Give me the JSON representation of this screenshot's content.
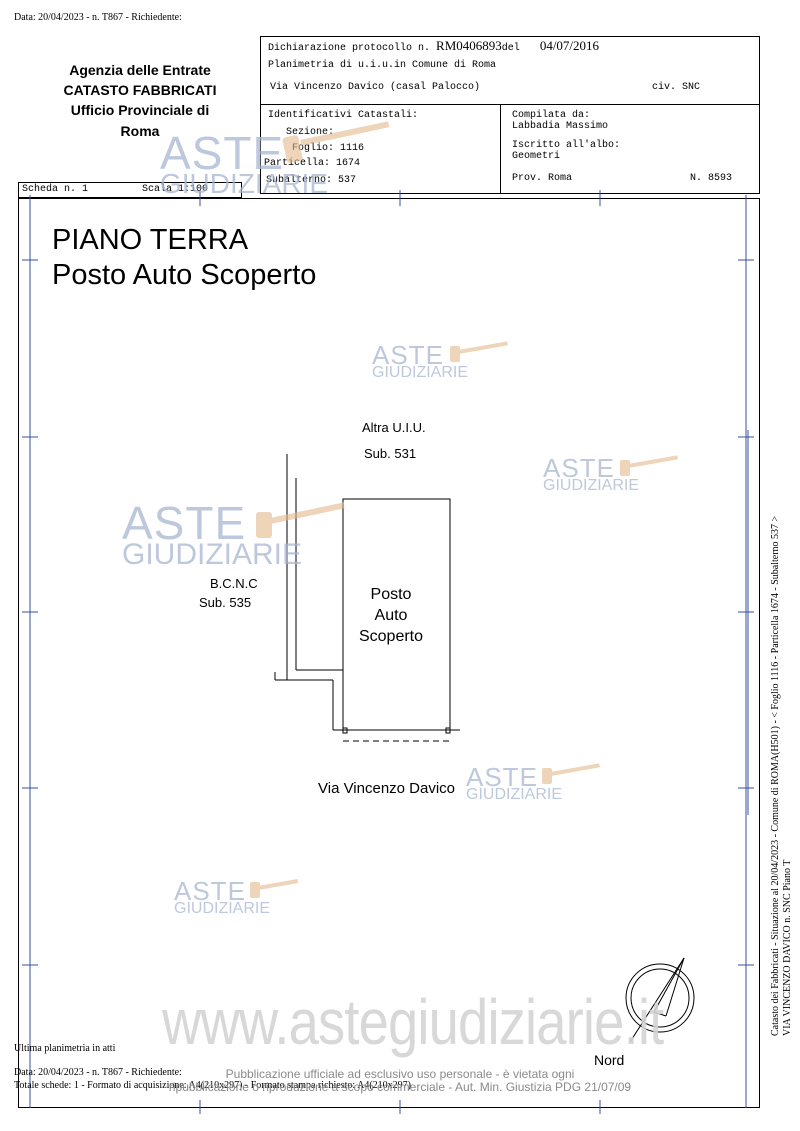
{
  "header": {
    "top_line": "Data: 20/04/2023 - n. T867 - Richiedente: ",
    "agency_lines": [
      "Agenzia delle Entrate",
      "CATASTO FABBRICATI",
      "Ufficio Provinciale di",
      "Roma"
    ],
    "declaration_label": "Dichiarazione protocollo n.",
    "protocol_number": "RM0406893",
    "date_label": "del",
    "declaration_date": "04/07/2016",
    "planimetry_text": "Planimetria di u.i.u.in Comune di Roma",
    "address": "Via Vincenzo Davico (casal Palocco)",
    "civic": "civ. SNC",
    "identifiers_title": "Identificativi Catastali:",
    "sezione_label": "Sezione:",
    "foglio": "Foglio: 1116",
    "particella": "Particella: 1674",
    "subalterno": "Subalterno: 537",
    "compiled_label": "Compilata da:",
    "compiled_name": "Labbadia Massimo",
    "registered_label": "Iscritto all'albo:",
    "registered_value": "Geometri",
    "province": "Prov. Roma",
    "number": "N. 8593",
    "scheda": "Scheda n. 1",
    "scale": "Scala 1:100"
  },
  "plan": {
    "title_line1": "PIANO  TERRA",
    "title_line2": "Posto Auto Scoperto",
    "other_unit": "Altra U.I.U.",
    "sub_531": "Sub. 531",
    "bcnc": "B.C.N.C",
    "sub_535": "Sub. 535",
    "room_lines": [
      "Posto",
      "Auto",
      "Scoperto"
    ],
    "street": "Via Vincenzo Davico",
    "north": "Nord"
  },
  "side_text": {
    "line1": "Catasto dei Fabbricati - Situazione al 20/04/2023 - Comune di ROMA(H501) - < Foglio 1116 - Particella 1674 - Subalterno 537 >",
    "line2": "VIA VINCENZO DAVICO n. SNC Piano T"
  },
  "footer": {
    "last_plan": "Ultima planimetria in atti",
    "line_date": "Data: 20/04/2023 - n. T867 - Richiedente:",
    "line_totals": "Totale schede: 1 - Formato di acquisizione: A4(210x297) - Formato stampa richiesto: A4(210x297)",
    "publication1": "Pubblicazione ufficiale ad esclusivo uso personale - è vietata ogni",
    "publication2": "ripubblicazione o riproduzione a scopo commerciale - Aut. Min. Giustizia PDG 21/07/09"
  },
  "watermark": {
    "aste": "ASTE",
    "giudiziarie": "GIUDIZIARIE",
    "site": "www.astegiudiziarie.it"
  },
  "colors": {
    "watermark": "#a8b6d2",
    "frame_blue": "#3a4fa0"
  }
}
